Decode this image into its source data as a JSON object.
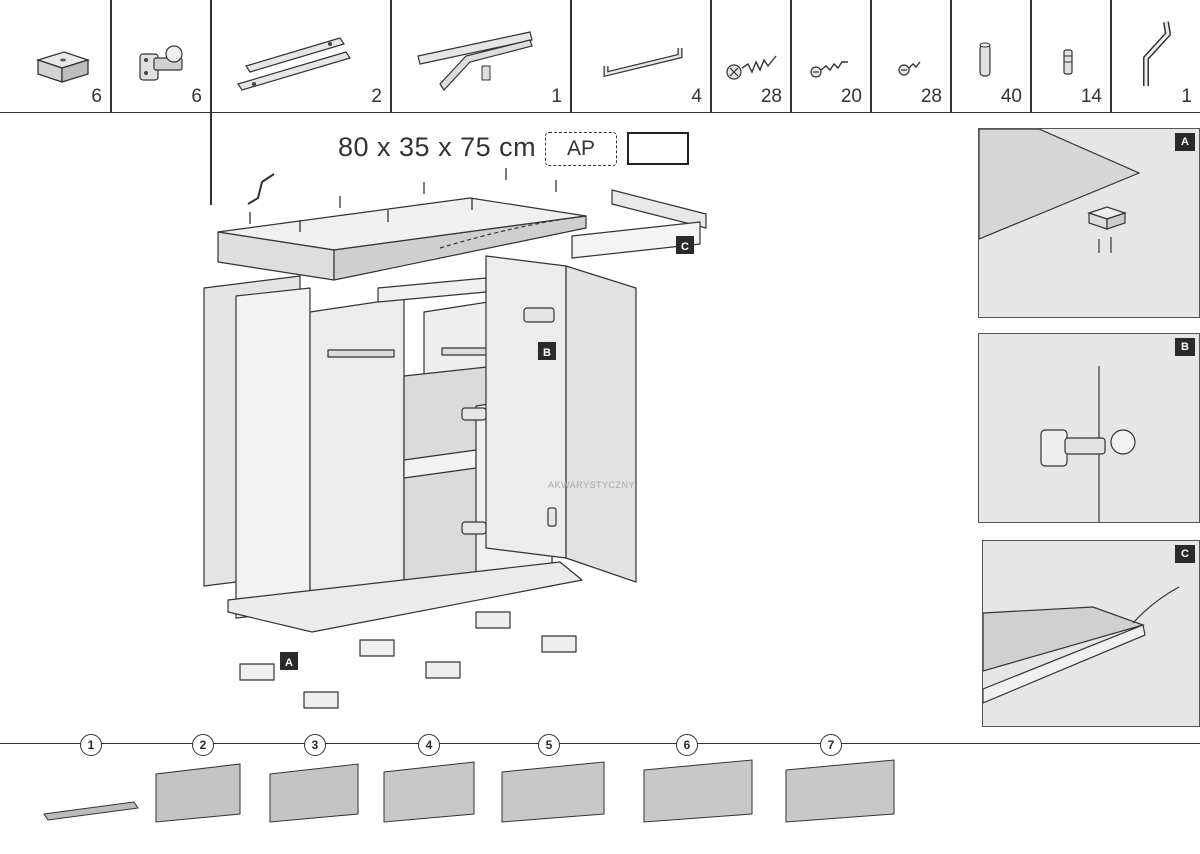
{
  "parts": [
    {
      "icon": "plastic-foot-icon",
      "qty": "6"
    },
    {
      "icon": "hinge-icon",
      "qty": "6"
    },
    {
      "icon": "drawer-rail-icon",
      "qty": "2"
    },
    {
      "icon": "rail-bracket-icon",
      "qty": "1"
    },
    {
      "icon": "handle-icon",
      "qty": "4"
    },
    {
      "icon": "wall-plug-screw-icon",
      "qty": "28"
    },
    {
      "icon": "long-screw-icon",
      "qty": "20"
    },
    {
      "icon": "short-screw-icon",
      "qty": "28"
    },
    {
      "icon": "wooden-dowel-icon",
      "qty": "40"
    },
    {
      "icon": "cam-pin-icon",
      "qty": "14"
    },
    {
      "icon": "allen-key-icon",
      "qty": "1"
    }
  ],
  "header": {
    "dimensions": "80 x 35 x 75 cm",
    "model_code": "AP"
  },
  "callouts": {
    "a": "A",
    "b": "B",
    "c": "C"
  },
  "details": [
    {
      "label": "A",
      "icon": "foot-detail-icon"
    },
    {
      "label": "B",
      "icon": "hinge-detail-icon"
    },
    {
      "label": "C",
      "icon": "top-rail-detail-icon"
    }
  ],
  "steps": [
    "1",
    "2",
    "3",
    "4",
    "5",
    "6",
    "7"
  ],
  "watermark": "AKWARYSTYCZNY",
  "colors": {
    "line": "#333333",
    "panel": "#e6e6e6",
    "tag": "#2a2a2a"
  }
}
